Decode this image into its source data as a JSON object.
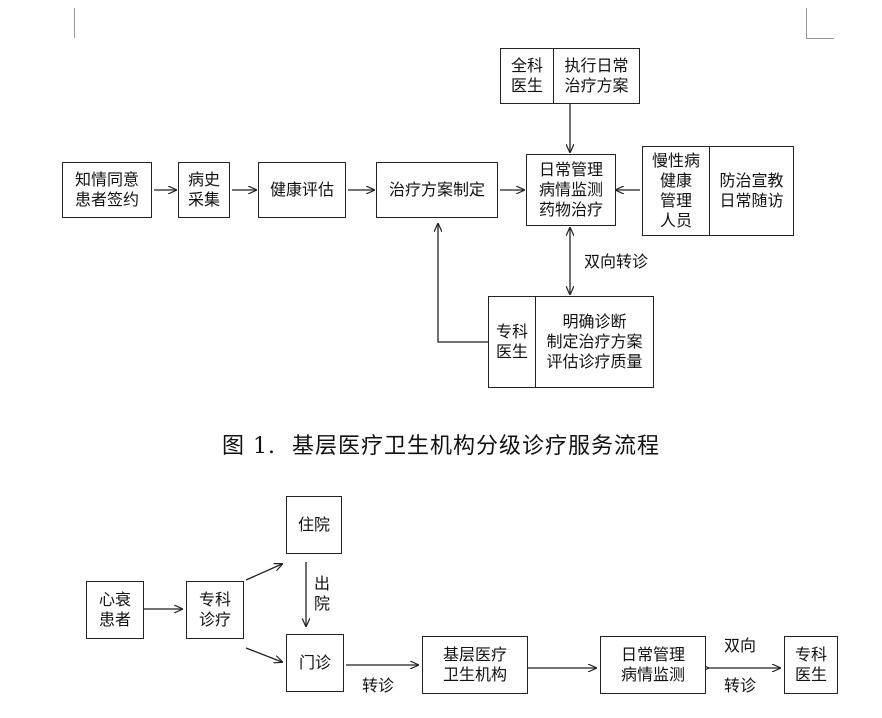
{
  "diagram1": {
    "consent": "知情同意\n患者签约",
    "history": "病史\n采集",
    "health_eval": "健康评估",
    "treatment_plan": "治疗方案制定",
    "daily_mgmt": "日常管理\n病情监测\n药物治疗",
    "gp_role": "全科\n医生",
    "gp_task": "执行日常\n治疗方案",
    "chronic_role": "慢性病\n健康\n管理\n人员",
    "chronic_task": "防治宣教\n日常随访",
    "specialist_role": "专科\n医生",
    "specialist_task": "明确诊断\n制定治疗方案\n评估诊疗质量",
    "referral_label": "双向转诊"
  },
  "caption": "图 1.  基层医疗卫生机构分级诊疗服务流程",
  "diagram2": {
    "patient": "心衰\n患者",
    "specialist_clinic": "专科\n诊疗",
    "inpatient": "住院",
    "outpatient": "门诊",
    "discharge_label": "出\n院",
    "transfer_label": "转诊",
    "primary_care": "基层医疗\n卫生机构",
    "daily_mgmt": "日常管理\n病情监测",
    "bidirectional_top": "双向",
    "bidirectional_bottom": "转诊",
    "specialist": "专科\n医生"
  }
}
